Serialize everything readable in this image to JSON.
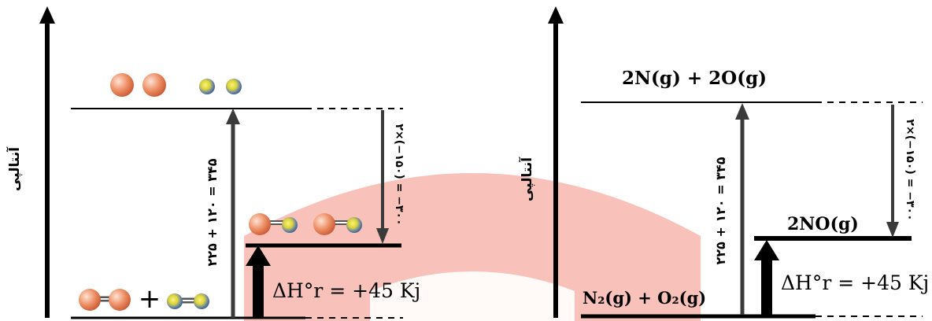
{
  "watermark_color": "#f7b1a8",
  "left": {
    "y_axis_label": "آنتالپی",
    "up_arrow_label": "۲۲۵ + ۱۲۰ = ۳۴۵",
    "down_arrow_label": "۲×(−۱۵۰) = −۳۰۰",
    "delta_h": "ΔH°r = +45 Kj"
  },
  "right": {
    "y_axis_label": "آنتالپی",
    "top_level_label": "2N(g) + 2O(g)",
    "middle_level_label": "2NO(g)",
    "bottom_level_label": "N₂(g) + O₂(g)",
    "up_arrow_label": "۲۲۵ + ۱۲۰ = ۳۴۵",
    "down_arrow_label": "۲×(−۱۵۰) = −۳۰۰",
    "delta_h": "ΔH°r = +45 Kj"
  },
  "colors": {
    "oxygen_atom": "#e8825a",
    "nitrogen_atom": "#5d7fa8",
    "nitrogen_core": "#f2e23a",
    "arrow_gray": "#3a3a3a"
  }
}
